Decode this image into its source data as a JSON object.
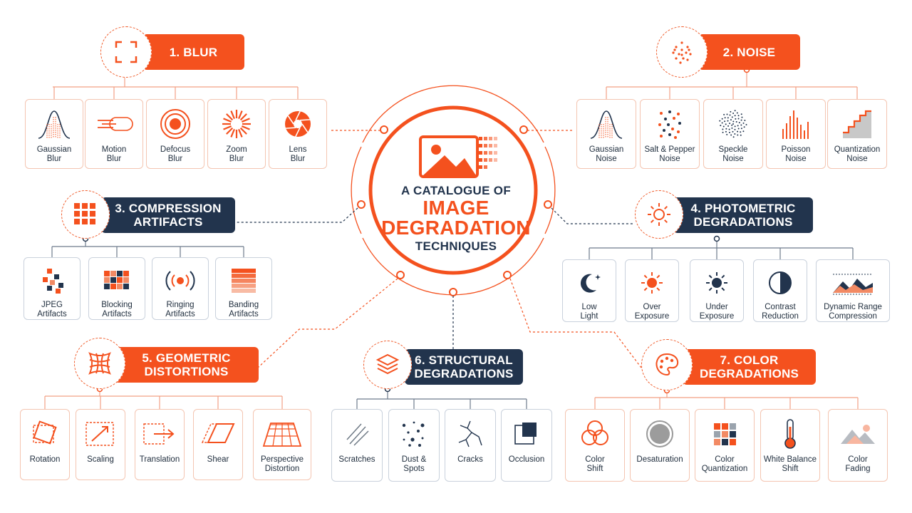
{
  "title": {
    "line1": "A CATALOGUE OF",
    "line2": "IMAGE",
    "line3": "DEGRADATION",
    "line4": "TECHNIQUES"
  },
  "colors": {
    "accent": "#f4511e",
    "navy": "#22344d",
    "light_border": "#f4c5b1"
  },
  "categories": [
    {
      "id": "blur",
      "line1": "1. BLUR",
      "line2": "",
      "style": "orange",
      "icon": "blur-frame-icon",
      "items": [
        {
          "l1": "Gaussian",
          "l2": "Blur",
          "icon": "gaussian-curve-icon"
        },
        {
          "l1": "Motion",
          "l2": "Blur",
          "icon": "motion-streak-icon"
        },
        {
          "l1": "Defocus",
          "l2": "Blur",
          "icon": "defocus-rings-icon"
        },
        {
          "l1": "Zoom",
          "l2": "Blur",
          "icon": "zoom-burst-icon"
        },
        {
          "l1": "Lens",
          "l2": "Blur",
          "icon": "lens-aperture-icon"
        }
      ]
    },
    {
      "id": "noise",
      "line1": "2. NOISE",
      "line2": "",
      "style": "orange",
      "icon": "noise-dots-icon",
      "items": [
        {
          "l1": "Gaussian",
          "l2": "Noise",
          "icon": "gaussian-curve-icon"
        },
        {
          "l1": "Salt & Pepper",
          "l2": "Noise",
          "icon": "salt-pepper-icon"
        },
        {
          "l1": "Speckle",
          "l2": "Noise",
          "icon": "speckle-icon"
        },
        {
          "l1": "Poisson",
          "l2": "Noise",
          "icon": "poisson-bars-icon"
        },
        {
          "l1": "Quantization",
          "l2": "Noise",
          "icon": "staircase-icon"
        }
      ]
    },
    {
      "id": "compression",
      "line1": "3. COMPRESSION",
      "line2": "ARTIFACTS",
      "style": "navy",
      "icon": "block-grid-icon",
      "items": [
        {
          "l1": "JPEG",
          "l2": "Artifacts",
          "icon": "jpeg-blocks-icon"
        },
        {
          "l1": "Blocking",
          "l2": "Artifacts",
          "icon": "blocking-grid-icon"
        },
        {
          "l1": "Ringing",
          "l2": "Artifacts",
          "icon": "ringing-waves-icon"
        },
        {
          "l1": "Banding",
          "l2": "Artifacts",
          "icon": "banding-stripes-icon"
        }
      ]
    },
    {
      "id": "photometric",
      "line1": "4. PHOTOMETRIC",
      "line2": "DEGRADATIONS",
      "style": "navy",
      "icon": "sun-outline-icon",
      "items": [
        {
          "l1": "Low",
          "l2": "Light",
          "icon": "moon-icon"
        },
        {
          "l1": "Over",
          "l2": "Exposure",
          "icon": "bright-sun-icon"
        },
        {
          "l1": "Under",
          "l2": "Exposure",
          "icon": "dark-sun-icon"
        },
        {
          "l1": "Contrast",
          "l2": "Reduction",
          "icon": "contrast-circle-icon"
        },
        {
          "l1": "Dynamic Range",
          "l2": "Compression",
          "icon": "mountain-range-icon"
        }
      ]
    },
    {
      "id": "geometric",
      "line1": "5. GEOMETRIC",
      "line2": "DISTORTIONS",
      "style": "orange",
      "icon": "warped-grid-icon",
      "items": [
        {
          "l1": "Rotation",
          "l2": "",
          "icon": "rotation-icon"
        },
        {
          "l1": "Scaling",
          "l2": "",
          "icon": "scaling-icon"
        },
        {
          "l1": "Translation",
          "l2": "",
          "icon": "translation-icon"
        },
        {
          "l1": "Shear",
          "l2": "",
          "icon": "shear-icon"
        },
        {
          "l1": "Perspective",
          "l2": "Distortion",
          "icon": "perspective-grid-icon"
        }
      ]
    },
    {
      "id": "structural",
      "line1": "6. STRUCTURAL",
      "line2": "DEGRADATIONS",
      "style": "navy",
      "icon": "layers-icon",
      "items": [
        {
          "l1": "Scratches",
          "l2": "",
          "icon": "scratches-icon"
        },
        {
          "l1": "Dust &",
          "l2": "Spots",
          "icon": "dust-spots-icon"
        },
        {
          "l1": "Cracks",
          "l2": "",
          "icon": "cracks-icon"
        },
        {
          "l1": "Occlusion",
          "l2": "",
          "icon": "occlusion-icon"
        }
      ]
    },
    {
      "id": "color",
      "line1": "7. COLOR",
      "line2": "DEGRADATIONS",
      "style": "orange",
      "icon": "palette-icon",
      "items": [
        {
          "l1": "Color",
          "l2": "Shift",
          "icon": "color-circles-icon"
        },
        {
          "l1": "Desaturation",
          "l2": "",
          "icon": "grey-circle-icon"
        },
        {
          "l1": "Color",
          "l2": "Quantization",
          "icon": "color-swatches-icon"
        },
        {
          "l1": "White Balance",
          "l2": "Shift",
          "icon": "thermometer-icon"
        },
        {
          "l1": "Color",
          "l2": "Fading",
          "icon": "faded-mountain-icon"
        }
      ]
    }
  ]
}
